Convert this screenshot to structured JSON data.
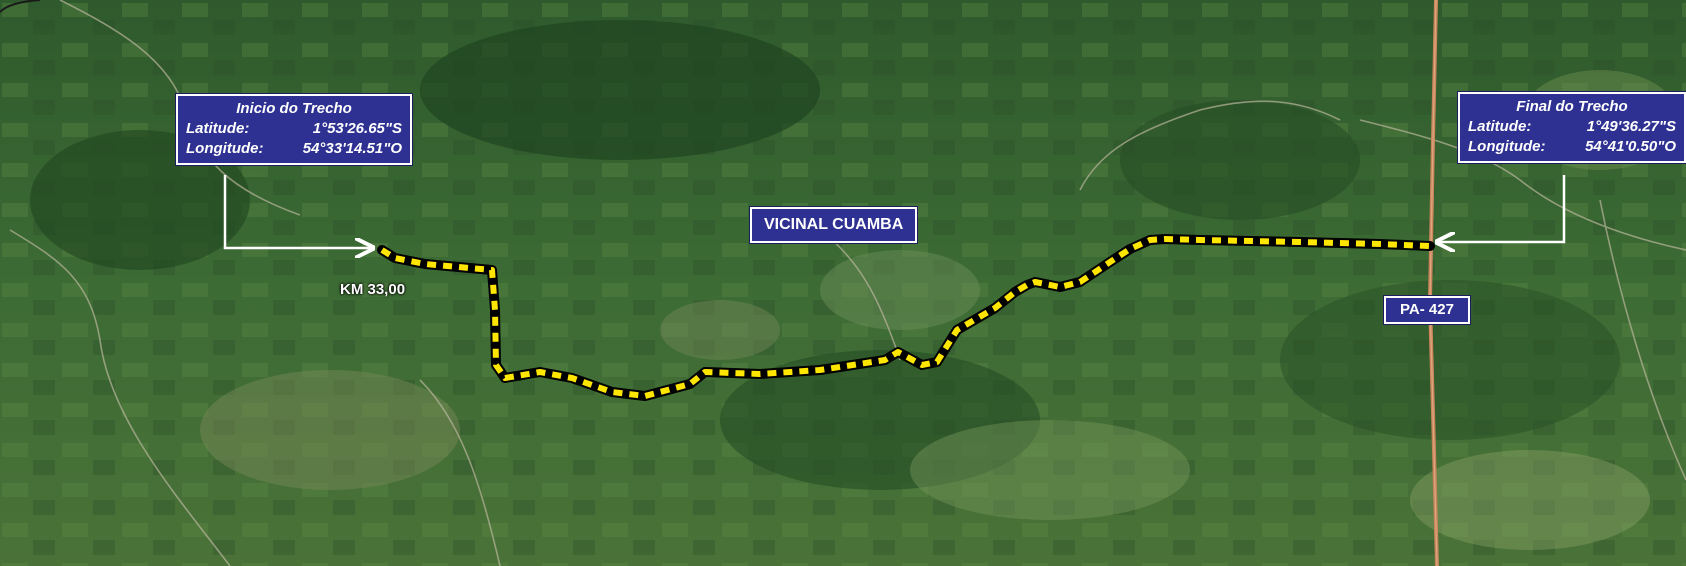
{
  "start_box": {
    "title": "Inicio do Trecho",
    "lat_label": "Latitude:",
    "lat_value": "1°53'26.65\"S",
    "lon_label": "Longitude:",
    "lon_value": "54°33'14.51\"O"
  },
  "end_box": {
    "title": "Final do Trecho",
    "lat_label": "Latitude:",
    "lat_value": "1°49'36.27\"S",
    "lon_label": "Longitude:",
    "lon_value": "54°41'0.50\"O"
  },
  "road_name": "VICINAL CUAMBA",
  "highway_label": "PA- 427",
  "km_label": "KM 33,00",
  "colors": {
    "label_bg": "#2e3192",
    "route_yellow": "#ffe600",
    "route_black": "#000000",
    "highway": "#c9855a"
  }
}
